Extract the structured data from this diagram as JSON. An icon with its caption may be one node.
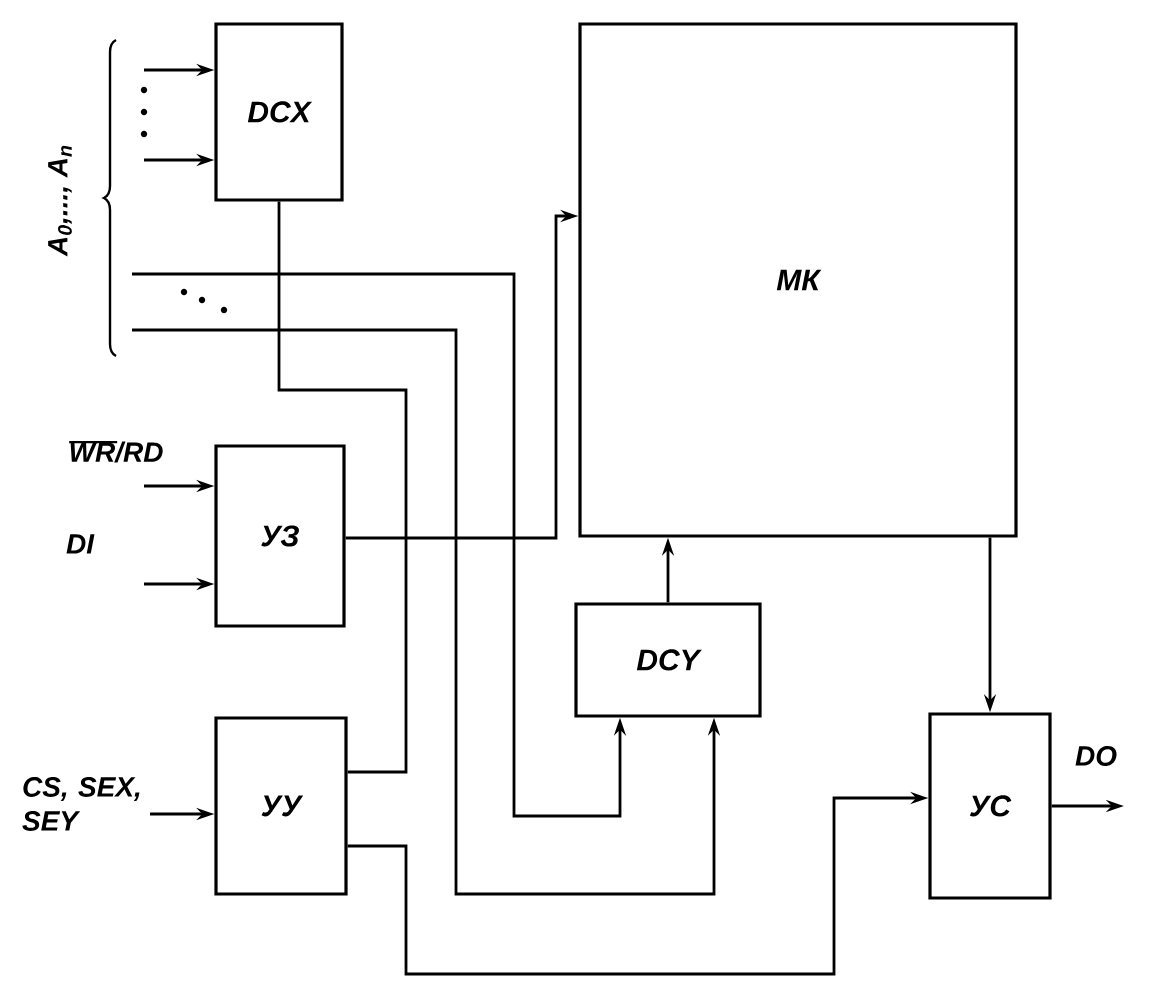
{
  "diagram": {
    "nodes": [
      {
        "text": [
          "DCX"
        ]
      },
      {
        "text": [
          "МК"
        ]
      },
      {
        "text": [
          "УЗ"
        ]
      },
      {
        "text": [
          "DCY"
        ]
      },
      {
        "text": [
          "УУ"
        ]
      },
      {
        "text": [
          "УС"
        ]
      }
    ],
    "edges": [
      {
        "from": null,
        "to": 0,
        "arrow": "to"
      },
      {
        "from": null,
        "to": 0,
        "arrow": "to"
      },
      {
        "from": 0,
        "to": 4,
        "arrow": "none"
      },
      {
        "from": null,
        "to": 3,
        "arrow": "to"
      },
      {
        "from": null,
        "to": 3,
        "arrow": "to"
      },
      {
        "from": null,
        "to": 2,
        "arrow": "to",
        "label": "WR/RD"
      },
      {
        "from": null,
        "to": 2,
        "arrow": "to",
        "label": "DI"
      },
      {
        "from": 2,
        "to": 1,
        "arrow": "to"
      },
      {
        "from": 3,
        "to": 1,
        "arrow": "to"
      },
      {
        "from": 1,
        "to": 5,
        "arrow": "to"
      },
      {
        "from": null,
        "to": 4,
        "arrow": "to",
        "label": "CS, SEX, SEY"
      },
      {
        "from": 4,
        "to": 5,
        "arrow": "to"
      },
      {
        "from": 5,
        "to": null,
        "arrow": "to",
        "label": "DO"
      }
    ],
    "labels": [
      "A$_{0}$,..., A$_{n}$"
    ]
  }
}
